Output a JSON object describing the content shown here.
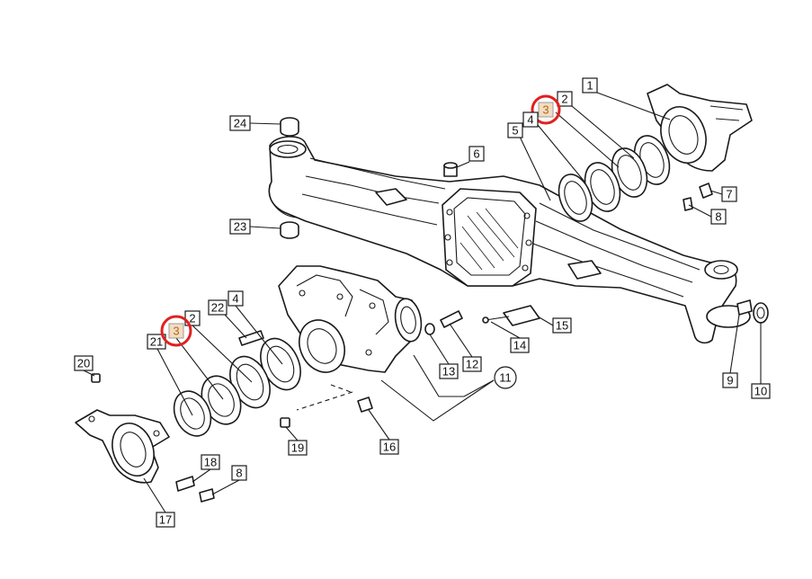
{
  "diagram": {
    "highlight_color": "#e02020",
    "callouts": [
      {
        "id": "c1",
        "text": "1"
      },
      {
        "id": "c2a",
        "text": "2"
      },
      {
        "id": "c3a",
        "text": "3",
        "highlighted": true
      },
      {
        "id": "c4a",
        "text": "4"
      },
      {
        "id": "c5",
        "text": "5"
      },
      {
        "id": "c6",
        "text": "6"
      },
      {
        "id": "c7",
        "text": "7"
      },
      {
        "id": "c8a",
        "text": "8"
      },
      {
        "id": "c9",
        "text": "9"
      },
      {
        "id": "c10",
        "text": "10"
      },
      {
        "id": "c11",
        "text": "11",
        "circled": true
      },
      {
        "id": "c12",
        "text": "12"
      },
      {
        "id": "c13",
        "text": "13"
      },
      {
        "id": "c14",
        "text": "14"
      },
      {
        "id": "c15",
        "text": "15"
      },
      {
        "id": "c16",
        "text": "16"
      },
      {
        "id": "c17",
        "text": "17"
      },
      {
        "id": "c18",
        "text": "18"
      },
      {
        "id": "c19",
        "text": "19"
      },
      {
        "id": "c20",
        "text": "20"
      },
      {
        "id": "c21",
        "text": "21"
      },
      {
        "id": "c22",
        "text": "22"
      },
      {
        "id": "c23",
        "text": "23"
      },
      {
        "id": "c24",
        "text": "24"
      },
      {
        "id": "c2b",
        "text": "2"
      },
      {
        "id": "c3b",
        "text": "3",
        "highlighted": true
      },
      {
        "id": "c4b",
        "text": "4"
      },
      {
        "id": "c8b",
        "text": "8"
      }
    ]
  }
}
